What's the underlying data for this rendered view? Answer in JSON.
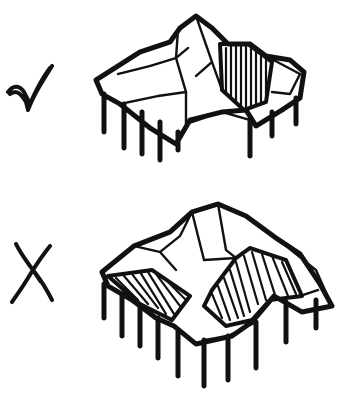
{
  "sketches": [
    {
      "mark": "check",
      "mark_icon": "checkmark-icon",
      "verdict": "correct",
      "subject": "roof-with-shaded-right-wing-only"
    },
    {
      "mark": "cross",
      "mark_icon": "cross-icon",
      "verdict": "incorrect",
      "subject": "roof-with-shaded-left-and-right-wings"
    }
  ],
  "colors": {
    "ink": "#111111",
    "paper": "#ffffff"
  }
}
